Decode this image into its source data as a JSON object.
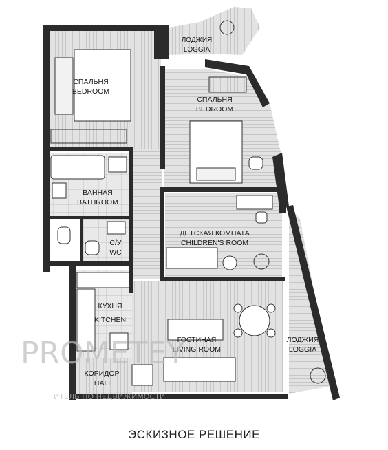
{
  "caption": "ЭСКИЗНОЕ РЕШЕНИЕ",
  "watermark": {
    "brand": "PROMETEY",
    "tagline": "ИТЕЛЬ ПО НЕДВИЖИМОСТИ"
  },
  "rooms": {
    "loggia_top": {
      "ru": "ЛОДЖИЯ",
      "en": "LOGGIA"
    },
    "bedroom_left": {
      "ru": "СПАЛЬНЯ",
      "en": "BEDROOM"
    },
    "bedroom_right": {
      "ru": "СПАЛЬНЯ",
      "en": "BEDROOM"
    },
    "bathroom": {
      "ru": "ВАННАЯ",
      "en": "BATHROOM"
    },
    "wc": {
      "ru": "С/У",
      "en": "WC"
    },
    "childrens": {
      "ru": "ДЕТСКАЯ КОМНАТА",
      "en": "CHILDREN'S ROOM"
    },
    "kitchen": {
      "ru": "КУХНЯ",
      "en": "KITCHEN"
    },
    "living": {
      "ru": "ГОСТИНАЯ",
      "en": "LIVING ROOM"
    },
    "loggia_right": {
      "ru": "ЛОДЖИЯ",
      "en": "LOGGIA"
    },
    "hall": {
      "ru": "КОРИДОР",
      "en": "HALL"
    }
  },
  "colors": {
    "wall": "#2b2b2b",
    "floor": "#d9d9d9",
    "hatch": "#9a9a9a",
    "tile": "#bdbdbd"
  }
}
